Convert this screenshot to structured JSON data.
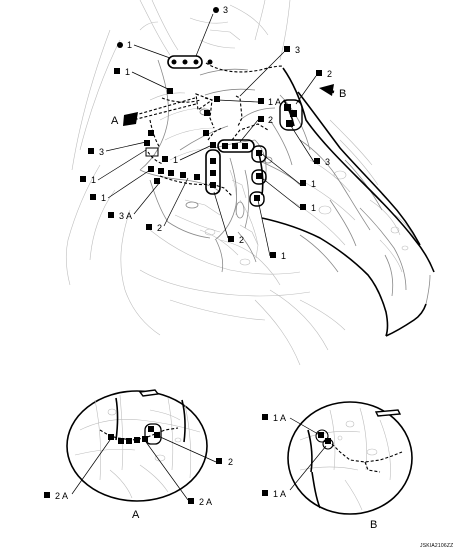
{
  "callouts": {
    "c_circle3_top": "3",
    "c_circle1_top": "1",
    "c_sq1_topleft": "1",
    "c_sq3_top": "3",
    "c_sq2_topright": "2",
    "c_sq1a_mid": "1 A",
    "c_sq2_mid": "2",
    "c_sq3_left": "3",
    "c_sq1_center": "1",
    "c_sq3_right": "3",
    "c_sq1_left_a": "1",
    "c_sq1_left_b": "1",
    "c_sq1_right_a": "1",
    "c_sq1_right_b": "1",
    "c_sq3a_bottom": "3 A",
    "c_sq2_bottom": "2",
    "c_sq2_bottom_b": "2",
    "c_sq1_bottom": "1",
    "d_a_2": "2",
    "d_a_2a_left": "2 A",
    "d_a_2a_right": "2 A",
    "d_b_1a_top": "1 A",
    "d_b_1a_bottom": "1 A"
  },
  "view_labels": {
    "arrow_a": "A",
    "arrow_b": "B",
    "detail_a": "A",
    "detail_b": "B"
  },
  "diagram_code": "JSKIA2106ZZ"
}
